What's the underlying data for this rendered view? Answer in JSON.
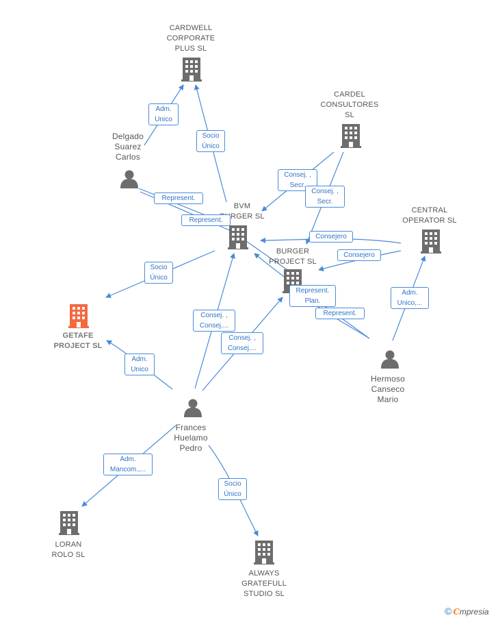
{
  "companies": [
    {
      "id": "cardwell",
      "label": "CARDWELL\nCORPORATE\nPLUS SL",
      "highlight": false
    },
    {
      "id": "cardel",
      "label": "CARDEL\nCONSULTORES\nSL",
      "highlight": false
    },
    {
      "id": "bvm",
      "label": "BVM\nBURGER SL",
      "highlight": false
    },
    {
      "id": "central",
      "label": "CENTRAL\nOPERATOR SL",
      "highlight": false
    },
    {
      "id": "burger",
      "label": "BURGER\nPROJECT SL",
      "highlight": false
    },
    {
      "id": "getafe",
      "label": "GETAFE\nPROJECT SL",
      "highlight": true
    },
    {
      "id": "loran",
      "label": "LORAN\nROLO SL",
      "highlight": false
    },
    {
      "id": "always",
      "label": "ALWAYS\nGRATEFULL\nSTUDIO SL",
      "highlight": false
    }
  ],
  "persons": [
    {
      "id": "delgado",
      "label": "Delgado\nSuarez\nCarlos"
    },
    {
      "id": "hermoso",
      "label": "Hermoso\nCanseco\nMario"
    },
    {
      "id": "frances",
      "label": "Frances\nHuelamo\nPedro"
    }
  ],
  "edges": [
    {
      "id": "e1",
      "label": "Adm.\nUnico"
    },
    {
      "id": "e2",
      "label": "Socio\nÚnico"
    },
    {
      "id": "e3",
      "label": "Consej. ,\nSecr."
    },
    {
      "id": "e4",
      "label": "Consej. ,\nSecr."
    },
    {
      "id": "e5",
      "label": "Represent."
    },
    {
      "id": "e6",
      "label": "Represent."
    },
    {
      "id": "e7",
      "label": "Consejero"
    },
    {
      "id": "e8",
      "label": "Consejero"
    },
    {
      "id": "e9",
      "label": "Socio\nÚnico"
    },
    {
      "id": "e10",
      "label": "Represent.\nPlan."
    },
    {
      "id": "e11",
      "label": "Represent."
    },
    {
      "id": "e12",
      "label": "Adm.\nUnico,..."
    },
    {
      "id": "e13",
      "label": "Consej. ,\nConsej...."
    },
    {
      "id": "e14",
      "label": "Consej. ,\nConsej...."
    },
    {
      "id": "e15",
      "label": "Adm.\nUnico"
    },
    {
      "id": "e16",
      "label": "Adm.\nMancom.,..."
    },
    {
      "id": "e17",
      "label": "Socio\nÚnico"
    }
  ],
  "colors": {
    "edge": "#4a8ad8",
    "icon": "#6d6d6d",
    "highlight": "#f4693f",
    "label": "#555555"
  },
  "footer": {
    "copyright": "©",
    "brand_initial": "C",
    "brand_rest": "mpresia"
  }
}
